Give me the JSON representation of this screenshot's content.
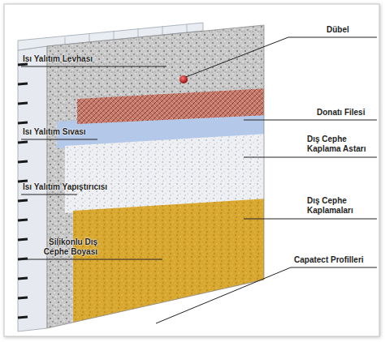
{
  "diagram": {
    "labels": [
      "Isı Yalıtım Levhası",
      "Isı Yalıtım Sıvası",
      "Isı Yalıtım Yapıştırıcısı",
      "Silikonlu Dış Cephe Boyası",
      "Dübel",
      "Donatı Filesi",
      "Dış Cephe Kaplama Astarı",
      "Dış Cephe Kaplamaları",
      "Capatect Profilleri"
    ]
  }
}
